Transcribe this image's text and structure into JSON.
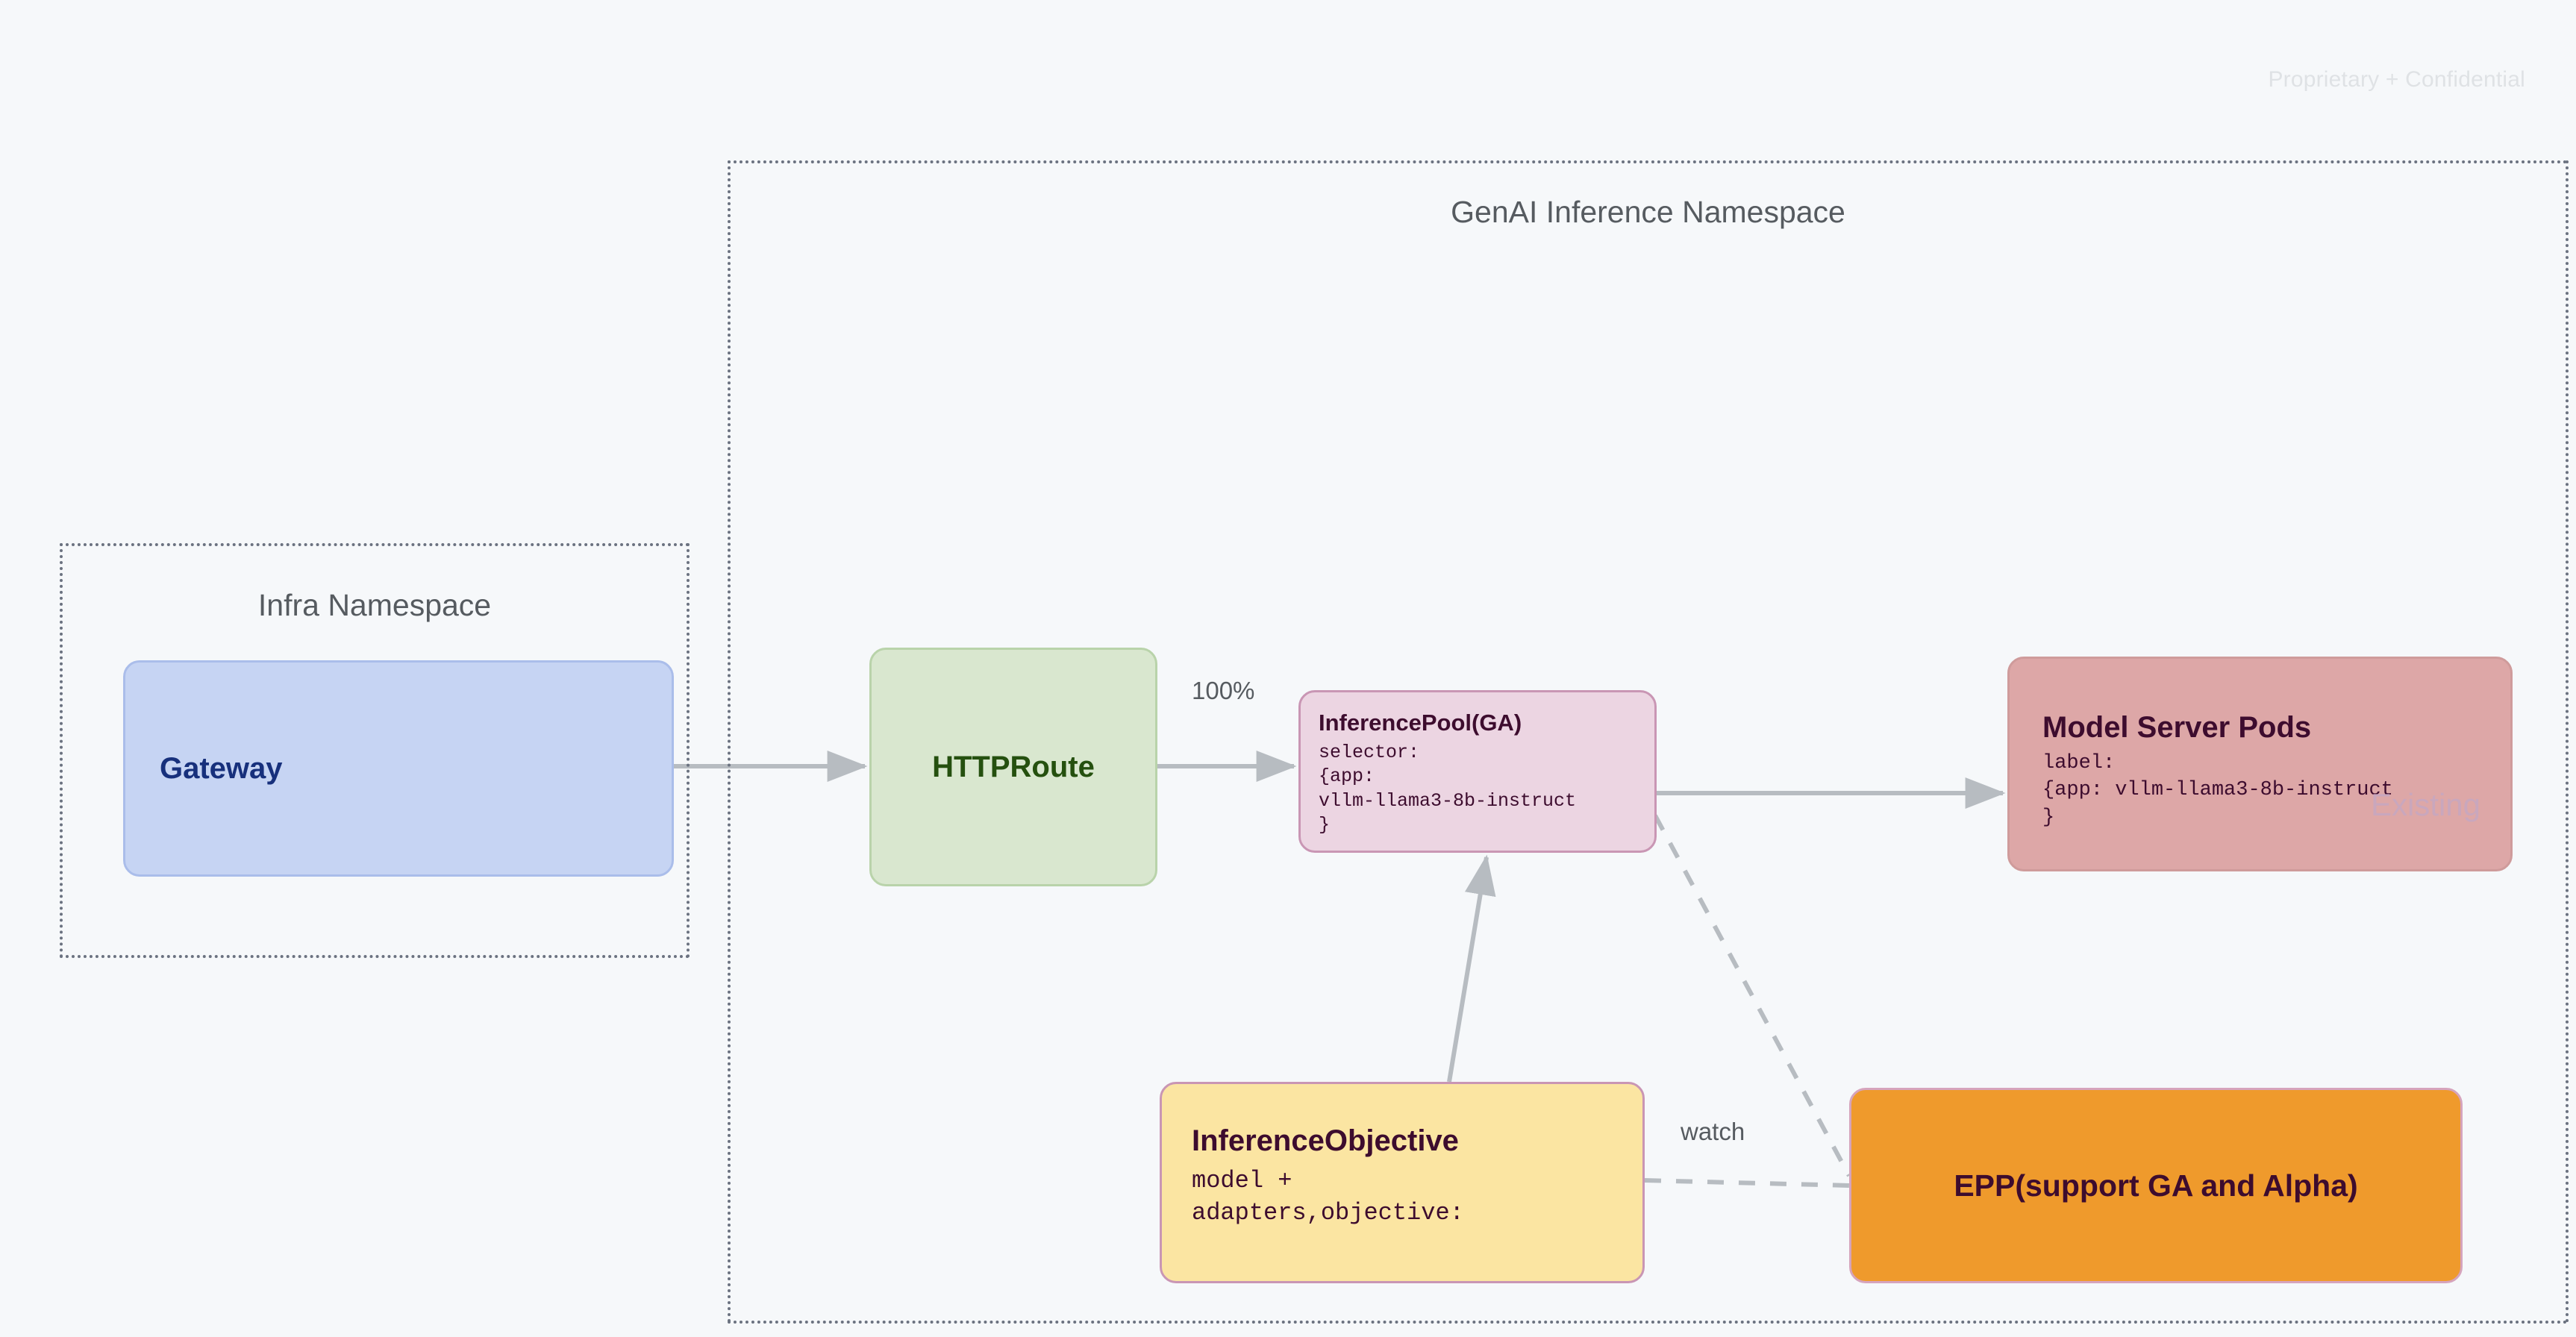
{
  "page": {
    "watermark": "Proprietary + Confidential"
  },
  "namespaces": [
    {
      "id": "infra",
      "title": "Infra Namespace"
    },
    {
      "id": "genai",
      "title": "GenAI Inference Namespace"
    }
  ],
  "nodes": {
    "gateway": {
      "title": "Gateway"
    },
    "httproute": {
      "title": "HTTPRoute"
    },
    "inferencepool": {
      "title": "InferencePool(GA)",
      "body": "selector:\n{app:\nvllm-llama3-8b-instruct\n}"
    },
    "modelserverpods": {
      "title": "Model Server Pods",
      "body": "label:\n{app: vllm-llama3-8b-instruct\n}",
      "tag": "Existing"
    },
    "inferenceobjective": {
      "title": "InferenceObjective",
      "body": "model +\nadapters,objective:"
    },
    "epp": {
      "title": "EPP(support GA and Alpha)"
    }
  },
  "edges": {
    "gateway_to_httproute": {
      "label": ""
    },
    "httproute_to_inferencepool": {
      "label": "100%"
    },
    "inferencepool_to_modelserverpods": {
      "label": ""
    },
    "inferenceobjective_to_inferencepool": {
      "label": ""
    },
    "inferencepool_to_epp": {
      "label": ""
    },
    "inferenceobjective_to_epp": {
      "label": "watch"
    }
  },
  "colors": {
    "background": "#f6f8fa",
    "gateway": "#c6d4f3",
    "httproute": "#d9e7cf",
    "inferencepool": "#ecd5e2",
    "modelserverpods": "#dda7a7",
    "inferenceobjective": "#fbe5a2",
    "epp": "#ef9a2c",
    "connector": "#b7bcc1",
    "namespace_border": "#6b7280"
  }
}
